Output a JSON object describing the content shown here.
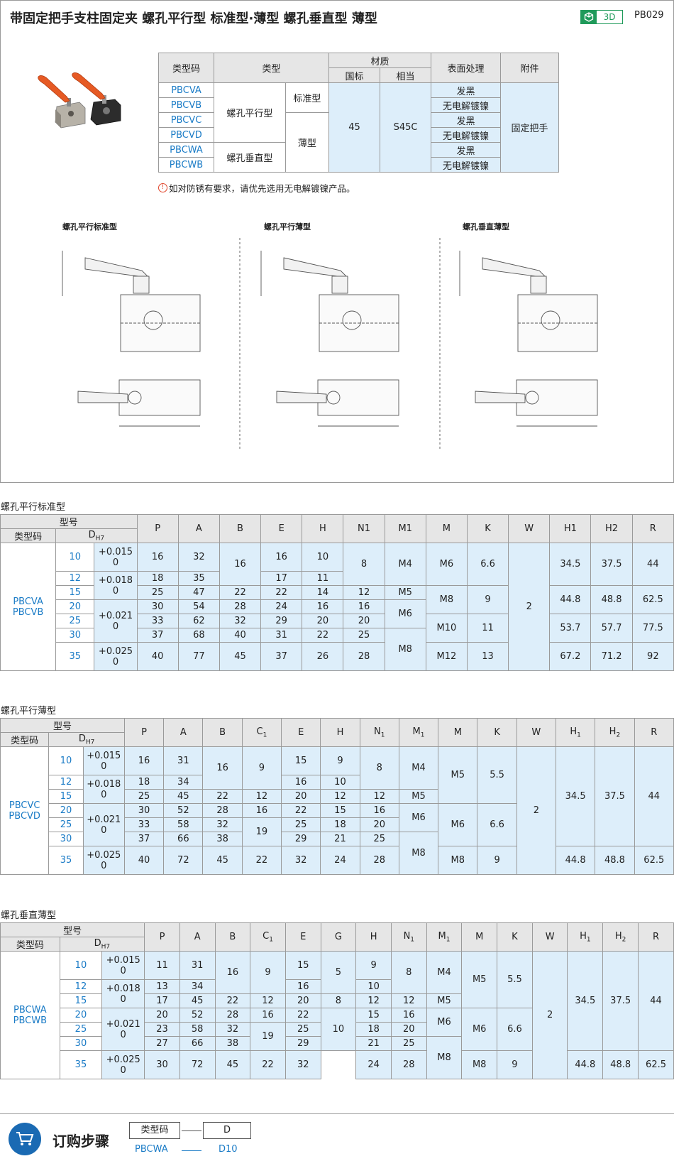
{
  "header": {
    "title": "带固定把手支柱固定夹 螺孔平行型 标准型·薄型 螺孔垂直型 薄型",
    "badge_3d": "3D",
    "page_code": "PB029"
  },
  "spec_table": {
    "h_type_code": "类型码",
    "h_type": "类型",
    "h_material": "材质",
    "h_national": "国标",
    "h_equiv": "相当",
    "h_surface": "表面处理",
    "h_accessory": "附件",
    "codes": [
      "PBCVA",
      "PBCVB",
      "PBCVC",
      "PBCVD",
      "PBCWA",
      "PBCWB"
    ],
    "type_parallel": "螺孔平行型",
    "type_vertical": "螺孔垂直型",
    "sub_standard": "标准型",
    "sub_thin": "薄型",
    "mat_national": "45",
    "mat_equiv": "S45C",
    "surface_black": "发黑",
    "surface_nickel": "无电解镀镍",
    "accessory": "固定把手"
  },
  "note": "如对防锈有要求，请优先选用无电解镀镍产品。",
  "diagrams": {
    "t1": "螺孔平行标准型",
    "t2": "螺孔平行薄型",
    "t3": "螺孔垂直薄型"
  },
  "common": {
    "model": "型号",
    "type_code": "类型码",
    "dh7": "D",
    "dh7_sub": "H7"
  },
  "table1": {
    "title": "螺孔平行标准型",
    "codes": "PBCVA\nPBCVB",
    "codeA": "PBCVA",
    "codeB": "PBCVB",
    "cols": [
      "P",
      "A",
      "B",
      "E",
      "H",
      "N1",
      "M1",
      "M",
      "K",
      "W",
      "H1",
      "H2",
      "R"
    ],
    "rows": [
      [
        "10",
        "16",
        "32",
        "16",
        "16",
        "10",
        "8",
        "M4",
        "M6",
        "6.6",
        "2",
        "34.5",
        "37.5",
        "44"
      ],
      [
        "12",
        "18",
        "35",
        "",
        "17",
        "11"
      ],
      [
        "15",
        "25",
        "47",
        "22",
        "22",
        "14",
        "12",
        "M5",
        "M8",
        "9",
        "",
        "44.8",
        "48.8",
        "62.5"
      ],
      [
        "20",
        "30",
        "54",
        "28",
        "24",
        "16",
        "16",
        "M6"
      ],
      [
        "25",
        "33",
        "62",
        "32",
        "29",
        "20",
        "20",
        "",
        "M10",
        "11",
        "",
        "53.7",
        "57.7",
        "77.5"
      ],
      [
        "30",
        "37",
        "68",
        "40",
        "31",
        "22",
        "25",
        "M8"
      ],
      [
        "35",
        "40",
        "77",
        "45",
        "37",
        "26",
        "28",
        "",
        "M12",
        "13",
        "",
        "67.2",
        "71.2",
        "92"
      ]
    ],
    "tol": [
      "+0.015",
      "+0.018",
      "+0.021",
      "+0.025"
    ],
    "zero": "0"
  },
  "table2": {
    "title": "螺孔平行薄型",
    "codeA": "PBCVC",
    "codeB": "PBCVD",
    "rows": [
      [
        "10",
        "16",
        "31",
        "16",
        "9",
        "15",
        "9",
        "8",
        "M4",
        "M5",
        "5.5",
        "2",
        "34.5",
        "37.5",
        "44"
      ],
      [
        "12",
        "18",
        "34",
        "",
        "",
        "16",
        "10"
      ],
      [
        "15",
        "25",
        "45",
        "22",
        "12",
        "20",
        "12",
        "12",
        "M5"
      ],
      [
        "20",
        "30",
        "52",
        "28",
        "16",
        "22",
        "15",
        "16",
        "M6",
        "M6",
        "6.6"
      ],
      [
        "25",
        "33",
        "58",
        "32",
        "19",
        "25",
        "18",
        "20"
      ],
      [
        "30",
        "37",
        "66",
        "38",
        "",
        "29",
        "21",
        "25",
        "M8"
      ],
      [
        "35",
        "40",
        "72",
        "45",
        "22",
        "32",
        "24",
        "28",
        "",
        "M8",
        "9",
        "",
        "44.8",
        "48.8",
        "62.5"
      ]
    ]
  },
  "table3": {
    "title": "螺孔垂直薄型",
    "codeA": "PBCWA",
    "codeB": "PBCWB",
    "rows": [
      [
        "10",
        "11",
        "31",
        "16",
        "9",
        "15",
        "5",
        "9",
        "8",
        "M4",
        "M5",
        "5.5",
        "2",
        "34.5",
        "37.5",
        "44"
      ],
      [
        "12",
        "13",
        "34",
        "",
        "",
        "16",
        "",
        "10"
      ],
      [
        "15",
        "17",
        "45",
        "22",
        "12",
        "20",
        "8",
        "12",
        "12",
        "M5"
      ],
      [
        "20",
        "20",
        "52",
        "28",
        "16",
        "22",
        "10",
        "15",
        "16",
        "M6",
        "M6",
        "6.6"
      ],
      [
        "25",
        "23",
        "58",
        "32",
        "19",
        "25",
        "",
        "18",
        "20"
      ],
      [
        "30",
        "27",
        "66",
        "38",
        "",
        "29",
        "",
        "21",
        "25",
        "M8"
      ],
      [
        "35",
        "30",
        "72",
        "45",
        "22",
        "32",
        "",
        "24",
        "28",
        "",
        "M8",
        "9",
        "",
        "44.8",
        "48.8",
        "62.5"
      ]
    ]
  },
  "order": {
    "title": "订购步骤",
    "box1": "类型码",
    "box2": "D",
    "ex1": "PBCWA",
    "ex2": "D10"
  }
}
